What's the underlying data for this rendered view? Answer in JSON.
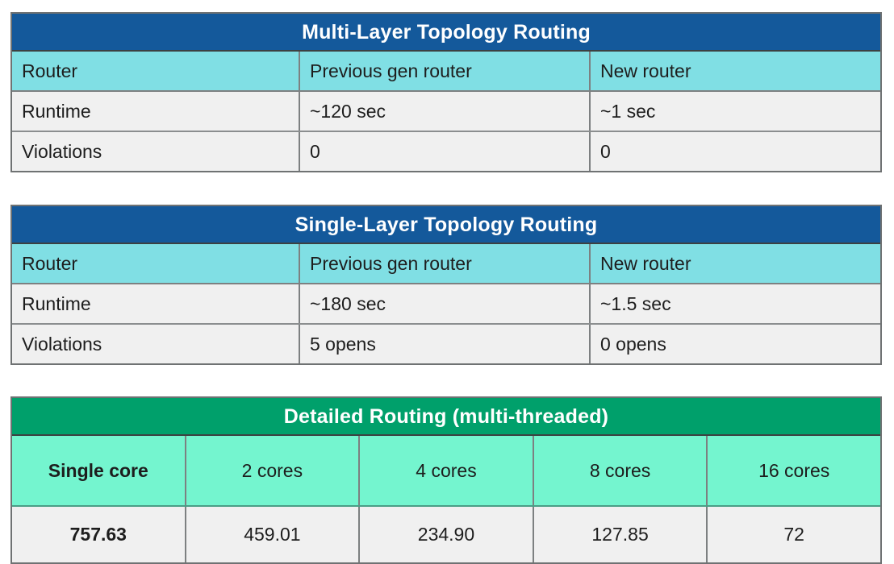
{
  "colors": {
    "title_blue": "#14599b",
    "title_green": "#00a06b",
    "header_cyan": "#80dfe4",
    "header_mint": "#74f5cf",
    "body_gray": "#f0f0f0",
    "border_gray": "#7d8081"
  },
  "tables": [
    {
      "id": "multi-layer-topology-routing",
      "title": "Multi-Layer Topology Routing",
      "header": [
        "Router",
        "Previous gen router",
        "New router"
      ],
      "rows": [
        [
          "Runtime",
          "~120 sec",
          "~1 sec"
        ],
        [
          "Violations",
          "0",
          "0"
        ]
      ]
    },
    {
      "id": "single-layer-topology-routing",
      "title": "Single-Layer Topology Routing",
      "header": [
        "Router",
        "Previous gen router",
        "New router"
      ],
      "rows": [
        [
          "Runtime",
          "~180 sec",
          "~1.5 sec"
        ],
        [
          "Violations",
          "5 opens",
          "0 opens"
        ]
      ]
    },
    {
      "id": "detailed-routing-multi-threaded",
      "title": "Detailed Routing (multi-threaded)",
      "header": [
        "Single core",
        "2 cores",
        "4 cores",
        "8 cores",
        "16 cores"
      ],
      "rows": [
        [
          "757.63",
          "459.01",
          "234.90",
          "127.85",
          "72"
        ]
      ]
    }
  ]
}
